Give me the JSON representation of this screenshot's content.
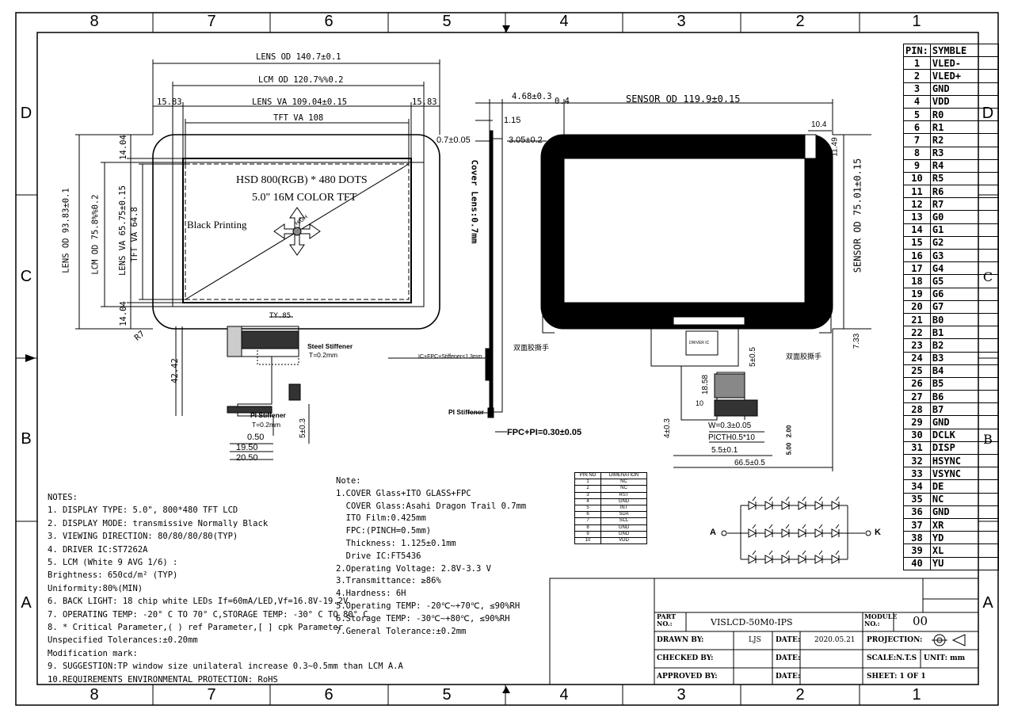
{
  "zones": {
    "columns": [
      "8",
      "7",
      "6",
      "5",
      "4",
      "3",
      "2",
      "1"
    ],
    "rows": [
      "D",
      "C",
      "B",
      "A"
    ],
    "row_marker_c_right": "C",
    "row_marker_b_right": "B"
  },
  "front_view": {
    "lens_od_w": "LENS OD 140.7±0.1",
    "lcm_od_w": "LCM OD 120.7%%0.2",
    "lens_va_w": "LENS VA 109.04±0.15",
    "tft_va_w": "TFT VA 108",
    "margin_left": "15.83",
    "margin_right": "15.83",
    "lens_od_h": "LENS OD 93.83±0.1",
    "lcm_od_h": "LCM OD 75.8%%0.2",
    "lens_va_h": "LENS VA 65.75±0.15",
    "tft_va_h": "TFT VA 64.8",
    "margin_top": "14.04",
    "margin_bottom": "14.04",
    "corner_radius": "R7",
    "display_line1": "HSD 800(RGB) * 480 DOTS",
    "display_line2": "5.0\" 16M COLOR TFT",
    "black_printing": "Black Printing",
    "high_label": "HIGH",
    "fpc_w": "TY.85",
    "steel_stiffener": "Steel Stiffener",
    "steel_t": "T=0.2mm",
    "pi_stiffener": "PI Stiffener",
    "pi_t": "T=0.2mm",
    "fpc_len": "42.42",
    "dim_050": "0.50",
    "dim_1950": "19.50",
    "dim_2050": "20.50",
    "dim_5": "5±0.3"
  },
  "side_view": {
    "thk_total": "4.68±0.3",
    "thk_04": "0.4",
    "thk_115": "1.15",
    "thk_07": "0.7±0.05",
    "thk_305": "3.05±0.2",
    "cover_lens": "Cover Lens:0.7mm",
    "ic_fpc": "IC+FPC+Stiffener<1.3mm",
    "pi_stiffener": "PI Stiffener",
    "fpc_pi": "FPC+PI=0.30±0.05"
  },
  "back_view": {
    "sensor_od_w": "SENSOR OD 119.9±0.15",
    "sensor_od_h": "SENSOR OD 75.01±0.15",
    "dim_104": "10.4",
    "dim_1149": "11.49",
    "dim_733": "7.33",
    "tape_left": "双面胶撕手",
    "tape_right": "双面胶撕手",
    "ic_label": "DRIVER IC",
    "dim_1858": "18.58",
    "dim_10": "10",
    "dim_4": "4±0.3",
    "dim_55": "5±0.5",
    "w_label": "W=0.3±0.05",
    "pitch": "PICTH0.5*10",
    "dim_5501": "5.5±0.1",
    "dim_665": "66.5±0.5",
    "dim_500": "5.00",
    "dim_200": "2.00"
  },
  "led_circuit": {
    "anode": "A",
    "cathode": "K",
    "rows": 3,
    "per_row": 6
  },
  "pin_table": {
    "header": [
      "PIN:",
      "SYMBLE"
    ],
    "rows": [
      [
        "1",
        "VLED-"
      ],
      [
        "2",
        "VLED+"
      ],
      [
        "3",
        "GND"
      ],
      [
        "4",
        "VDD"
      ],
      [
        "5",
        "R0"
      ],
      [
        "6",
        "R1"
      ],
      [
        "7",
        "R2"
      ],
      [
        "8",
        "R3"
      ],
      [
        "9",
        "R4"
      ],
      [
        "10",
        "R5"
      ],
      [
        "11",
        "R6"
      ],
      [
        "12",
        "R7"
      ],
      [
        "13",
        "G0"
      ],
      [
        "14",
        "G1"
      ],
      [
        "15",
        "G2"
      ],
      [
        "16",
        "G3"
      ],
      [
        "17",
        "G4"
      ],
      [
        "18",
        "G5"
      ],
      [
        "19",
        "G6"
      ],
      [
        "20",
        "G7"
      ],
      [
        "21",
        "B0"
      ],
      [
        "22",
        "B1"
      ],
      [
        "23",
        "B2"
      ],
      [
        "24",
        "B3"
      ],
      [
        "25",
        "B4"
      ],
      [
        "26",
        "B5"
      ],
      [
        "27",
        "B6"
      ],
      [
        "28",
        "B7"
      ],
      [
        "29",
        "GND"
      ],
      [
        "30",
        "DCLK"
      ],
      [
        "31",
        "DISP"
      ],
      [
        "32",
        "HSYNC"
      ],
      [
        "33",
        "VSYNC"
      ],
      [
        "34",
        "DE"
      ],
      [
        "35",
        "NC"
      ],
      [
        "36",
        "GND"
      ],
      [
        "37",
        "XR"
      ],
      [
        "38",
        "YD"
      ],
      [
        "39",
        "XL"
      ],
      [
        "40",
        "YU"
      ]
    ]
  },
  "ctp_pin_table": {
    "header": [
      "PIN NO",
      "DIMENATION"
    ],
    "rows": [
      [
        "1",
        "NC"
      ],
      [
        "2",
        "NC"
      ],
      [
        "3",
        "RST"
      ],
      [
        "4",
        "GND"
      ],
      [
        "5",
        "INT"
      ],
      [
        "6",
        "SDA"
      ],
      [
        "7",
        "SCL"
      ],
      [
        "8",
        "GND"
      ],
      [
        "9",
        "GND"
      ],
      [
        "10",
        "VDD"
      ]
    ]
  },
  "notes": {
    "title": "NOTES:",
    "lines": [
      "1. DISPLAY TYPE: 5.0\", 800*480 TFT LCD",
      "2. DISPLAY MODE: transmissive Normally Black",
      "3. VIEWING DIRECTION:  80/80/80/80(TYP)",
      "4. DRIVER IC:ST7262A",
      "5. LCM (White 9 AVG 1/6) :",
      "      Brightness: 650cd/m² (TYP)",
      "      Uniformity:80%(MIN)",
      "6. BACK LIGHT: 18 chip white LEDs If=60mA/LED,Vf=16.8V-19.2V",
      "7. OPERATING TEMP: -20° C TO 70° C,STORAGE TEMP: -30° C TO 80° C",
      "8. * Critical Parameter,( ) ref Parameter,[ ] cpk Parameter",
      "   Unspecified Tolerances:±0.20mm",
      "   Modification mark:",
      "9. SUGGESTION:TP window size unilateral increase 0.3~0.5mm than LCM A.A",
      "10.REQUIREMENTS ENVIRONMENTAL PROTECTION: RoHS"
    ]
  },
  "note2": {
    "title": "Note:",
    "lines": [
      "1.COVER Glass+ITO GLASS+FPC",
      "  COVER Glass:Asahi Dragon Trail 0.7mm",
      "  ITO Film:0.425mm",
      "  FPC:(PINCH=0.5mm)",
      "  Thickness: 1.125±0.1mm",
      "  Drive IC:FT5436",
      "2.Operating Voltage: 2.8V-3.3 V",
      "3.Transmittance: ≥86%",
      "4.Hardness: 6H",
      "5.Operating TEMP: -20℃~+70℃, ≤90%RH",
      "6.Storage TEMP: -30℃~+80℃, ≤90%RH",
      "7.General Tolerance:±0.2mm"
    ]
  },
  "title_block": {
    "part_no_label": "PART NO.:",
    "part_no": "VISLCD-50M0-IPS",
    "module_no_label": "MODULE NO.:",
    "module_no": "00",
    "drawn_by_label": "DRAWN BY:",
    "drawn_by": "LJS",
    "date_label": "DATE:",
    "date": "2020.05.21",
    "projection_label": "PROJECTION:",
    "checked_by_label": "CHECKED BY:",
    "scale": "SCALE:N.T.S",
    "unit": "UNIT: mm",
    "approved_by_label": "APPROVED BY:",
    "sheet": "SHEET:  1  OF  1"
  }
}
